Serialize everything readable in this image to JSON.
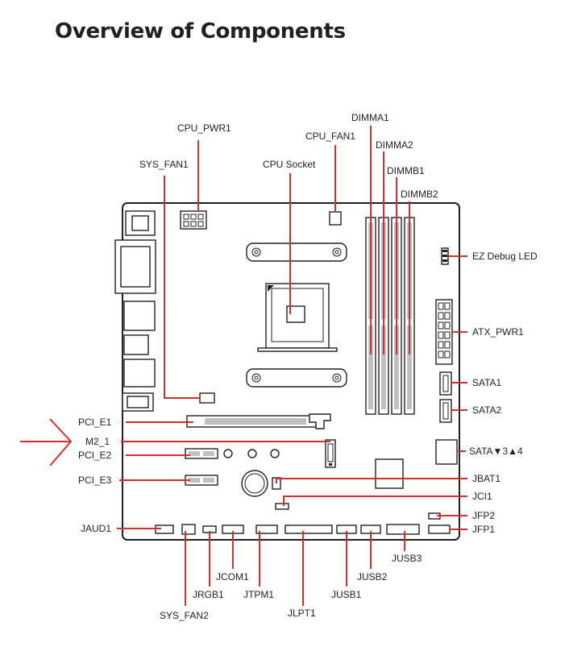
{
  "title": "Overview of Components",
  "colors": {
    "leader": "#d0312d",
    "outline": "#231f20",
    "slot_fill": "#bfbfbf"
  },
  "labels": {
    "cpu_pwr1": "CPU_PWR1",
    "sys_fan1": "SYS_FAN1",
    "cpu_socket": "CPU Socket",
    "cpu_fan1": "CPU_FAN1",
    "dimma1": "DIMMA1",
    "dimma2": "DIMMA2",
    "dimmb1": "DIMMB1",
    "dimmb2": "DIMMB2",
    "ez_debug_led": "EZ Debug LED",
    "atx_pwr1": "ATX_PWR1",
    "sata1": "SATA1",
    "sata2": "SATA2",
    "sata34": "SATA▼3▲4",
    "pci_e1": "PCI_E1",
    "m2_1": "M2_1",
    "pci_e2": "PCI_E2",
    "pci_e3": "PCI_E3",
    "jbat1": "JBAT1",
    "jci1": "JCI1",
    "jfp2": "JFP2",
    "jfp1": "JFP1",
    "jaud1": "JAUD1",
    "jusb3": "JUSB3",
    "jcom1": "JCOM1",
    "jusb2": "JUSB2",
    "jrgb1": "JRGB1",
    "jtpm1": "JTPM1",
    "jusb1": "JUSB1",
    "sys_fan2": "SYS_FAN2",
    "jlpt1": "JLPT1"
  }
}
